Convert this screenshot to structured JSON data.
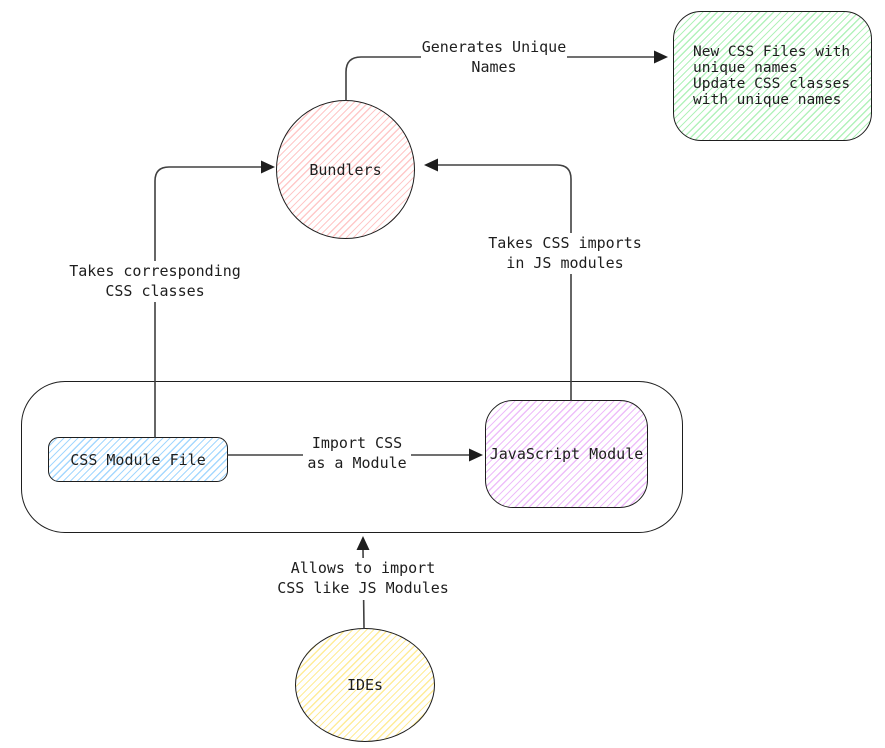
{
  "diagram": {
    "nodes": {
      "bundlers": {
        "label": "Bundlers"
      },
      "output": {
        "lines": [
          "New CSS Files with",
          "unique names",
          "Update CSS classes",
          "with unique names"
        ]
      },
      "css_module_file": {
        "label": "CSS Module File"
      },
      "javascript_module": {
        "label": "JavaScript Module"
      },
      "ides": {
        "label": "IDEs"
      }
    },
    "edges": {
      "generates": {
        "lines": [
          "Generates Unique",
          "Names"
        ]
      },
      "takes_classes": {
        "lines": [
          "Takes corresponding",
          "CSS classes"
        ]
      },
      "takes_imports": {
        "lines": [
          "Takes CSS imports",
          "in JS modules"
        ]
      },
      "import_css": {
        "lines": [
          "Import CSS",
          "as a Module"
        ]
      },
      "allows": {
        "lines": [
          "Allows to import",
          "CSS like JS Modules"
        ]
      }
    },
    "colors": {
      "stroke": "#1e1e1e",
      "bundlers_fill": "#ffc9c9",
      "output_fill": "#b2f2bb",
      "css_module_fill": "#a5d8ff",
      "js_module_fill": "#eebefa",
      "ides_fill": "#ffec99"
    }
  }
}
